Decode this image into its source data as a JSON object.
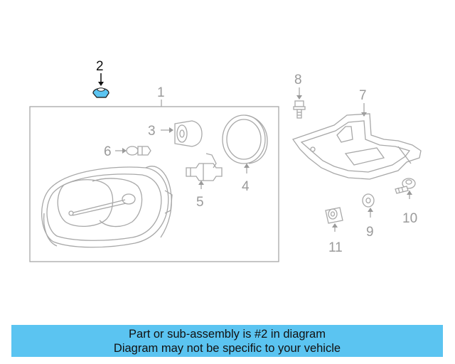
{
  "callouts": {
    "c1": "1",
    "c2": "2",
    "c3": "3",
    "c4": "4",
    "c5": "5",
    "c6": "6",
    "c7": "7",
    "c8": "8",
    "c9": "9",
    "c10": "10",
    "c11": "11"
  },
  "highlight": {
    "part": "2",
    "color": "#5bc4f1"
  },
  "banner": {
    "line1": "Part or sub-assembly is #2 in diagram",
    "line2": "Diagram may not be specific to your vehicle",
    "color": "#5bc4f1"
  }
}
